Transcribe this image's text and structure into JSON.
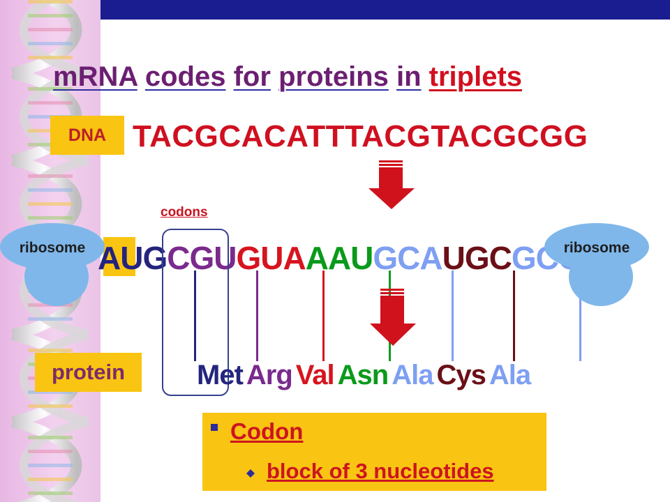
{
  "slide": {
    "title_parts": {
      "mrna": "mRNA",
      "codes": "codes",
      "for": "for",
      "proteins": "proteins",
      "in": "in",
      "triplets": "triplets"
    },
    "dna": {
      "label": "DNA",
      "sequence": "TACGCACATTTACGTACGCGG"
    },
    "codons_label": "codons",
    "mrna": {
      "codons": [
        {
          "text": "AUG",
          "color": "#24247e"
        },
        {
          "text": "CGU",
          "color": "#7a2a8c"
        },
        {
          "text": "GUA",
          "color": "#d7141e"
        },
        {
          "text": "AAU",
          "color": "#0a9a1b"
        },
        {
          "text": "GCA",
          "color": "#7e9ff2"
        },
        {
          "text": "UGC",
          "color": "#6b0f16"
        },
        {
          "text": "GCG",
          "color": "#7e9ff2"
        }
      ]
    },
    "protein": {
      "label": "protein",
      "amino_acids": [
        {
          "text": "Met",
          "color": "#24247e"
        },
        {
          "text": "Arg",
          "color": "#7a2a8c"
        },
        {
          "text": "Val",
          "color": "#d7141e"
        },
        {
          "text": "Asn",
          "color": "#0a9a1b"
        },
        {
          "text": "Ala",
          "color": "#7e9ff2"
        },
        {
          "text": "Cys",
          "color": "#6b0f16"
        },
        {
          "text": "Ala",
          "color": "#7e9ff2"
        }
      ]
    },
    "ribosome_left": {
      "label": "ribosome"
    },
    "ribosome_right": {
      "label": "ribosome"
    },
    "info": {
      "term": "Codon",
      "definition": "block of 3 nucleotides"
    }
  },
  "colors": {
    "sidebar": "#eac3e6",
    "top_bar": "#1a1d8f",
    "title": "#6b1f72",
    "highlight_red": "#d20f1e",
    "label_box": "#f9c412",
    "ribosome": "#7fb7ea",
    "arrow": "#d0121c"
  },
  "icons": {
    "dna_helix_strip": "dna-helix-icon",
    "down_arrow": "down-arrow-icon",
    "bullet_square": "square-bullet-icon",
    "bullet_diamond": "diamond-bullet-icon"
  }
}
